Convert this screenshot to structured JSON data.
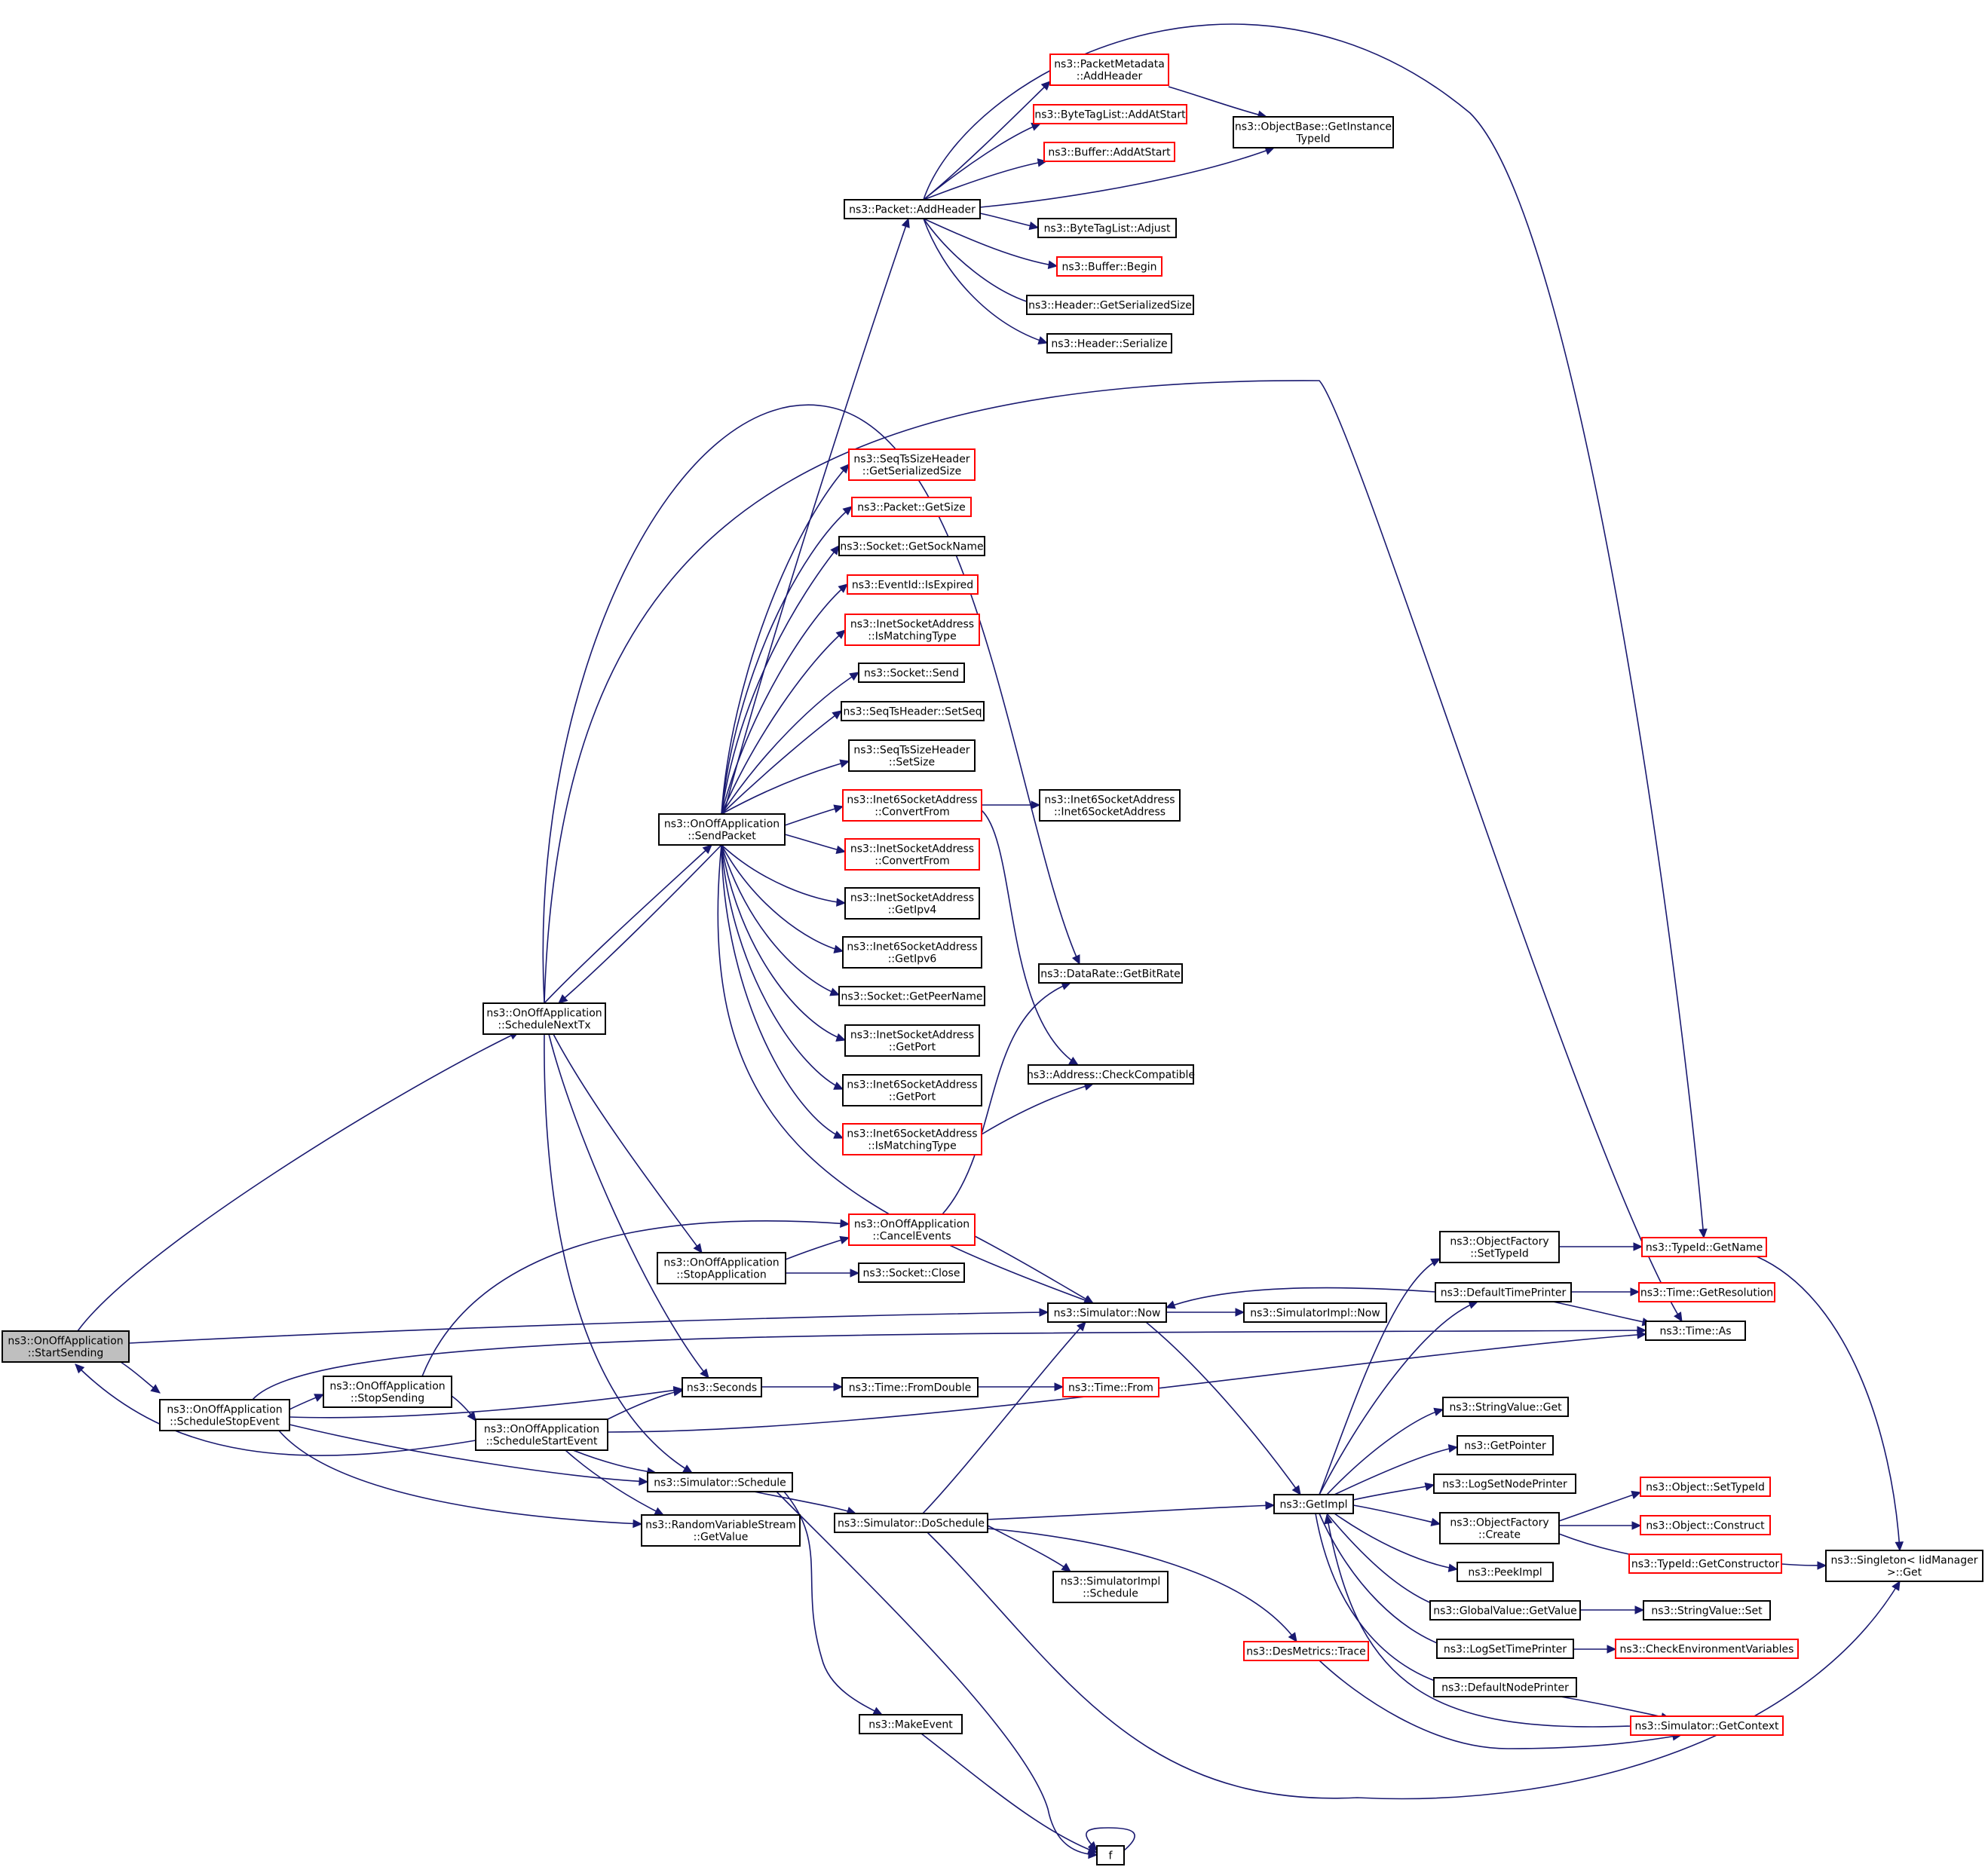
{
  "graph": {
    "title": "ns3::OnOffApplication::StartSending call graph",
    "colors": {
      "edge": "#191970",
      "node_border_complete": "#000000",
      "node_border_truncated": "#ff0000",
      "root_fill": "#bfbfbf",
      "node_fill": "#ffffff"
    },
    "nodes": [
      {
        "id": "StartSending",
        "lines": [
          "ns3::OnOffApplication",
          "::StartSending"
        ],
        "style": "root"
      },
      {
        "id": "ScheduleNextTx",
        "lines": [
          "ns3::OnOffApplication",
          "::ScheduleNextTx"
        ],
        "style": "normal"
      },
      {
        "id": "ScheduleStopEvent",
        "lines": [
          "ns3::OnOffApplication",
          "::ScheduleStopEvent"
        ],
        "style": "normal"
      },
      {
        "id": "StopSending",
        "lines": [
          "ns3::OnOffApplication",
          "::StopSending"
        ],
        "style": "normal"
      },
      {
        "id": "ScheduleStartEvent",
        "lines": [
          "ns3::OnOffApplication",
          "::ScheduleStartEvent"
        ],
        "style": "normal"
      },
      {
        "id": "SendPacket",
        "lines": [
          "ns3::OnOffApplication",
          "::SendPacket"
        ],
        "style": "normal"
      },
      {
        "id": "StopApplication",
        "lines": [
          "ns3::OnOffApplication",
          "::StopApplication"
        ],
        "style": "normal"
      },
      {
        "id": "CancelEvents",
        "lines": [
          "ns3::OnOffApplication",
          "::CancelEvents"
        ],
        "style": "truncated"
      },
      {
        "id": "Seconds",
        "lines": [
          "ns3::Seconds"
        ],
        "style": "normal"
      },
      {
        "id": "SimSchedule",
        "lines": [
          "ns3::Simulator::Schedule"
        ],
        "style": "normal"
      },
      {
        "id": "RVSGetValue",
        "lines": [
          "ns3::RandomVariableStream",
          "::GetValue"
        ],
        "style": "normal"
      },
      {
        "id": "PacketAddHeader",
        "lines": [
          "ns3::Packet::AddHeader"
        ],
        "style": "normal"
      },
      {
        "id": "PMAddHeader",
        "lines": [
          "ns3::PacketMetadata",
          "::AddHeader"
        ],
        "style": "truncated"
      },
      {
        "id": "BTLAddAtStart",
        "lines": [
          "ns3::ByteTagList::AddAtStart"
        ],
        "style": "truncated"
      },
      {
        "id": "BufAddAtStart",
        "lines": [
          "ns3::Buffer::AddAtStart"
        ],
        "style": "truncated"
      },
      {
        "id": "BTLAdjust",
        "lines": [
          "ns3::ByteTagList::Adjust"
        ],
        "style": "normal"
      },
      {
        "id": "BufBegin",
        "lines": [
          "ns3::Buffer::Begin"
        ],
        "style": "truncated"
      },
      {
        "id": "HdrGSS",
        "lines": [
          "ns3::Header::GetSerializedSize"
        ],
        "style": "normal"
      },
      {
        "id": "HdrSerialize",
        "lines": [
          "ns3::Header::Serialize"
        ],
        "style": "normal"
      },
      {
        "id": "OBGetInstanceTypeId",
        "lines": [
          "ns3::ObjectBase::GetInstance",
          "TypeId"
        ],
        "style": "normal"
      },
      {
        "id": "STSHGSS",
        "lines": [
          "ns3::SeqTsSizeHeader",
          "::GetSerializedSize"
        ],
        "style": "truncated"
      },
      {
        "id": "PktGetSize",
        "lines": [
          "ns3::Packet::GetSize"
        ],
        "style": "truncated"
      },
      {
        "id": "SockGetSockName",
        "lines": [
          "ns3::Socket::GetSockName"
        ],
        "style": "normal"
      },
      {
        "id": "EvIsExpired",
        "lines": [
          "ns3::EventId::IsExpired"
        ],
        "style": "truncated"
      },
      {
        "id": "ISAIsMatching",
        "lines": [
          "ns3::InetSocketAddress",
          "::IsMatchingType"
        ],
        "style": "truncated"
      },
      {
        "id": "SockSend",
        "lines": [
          "ns3::Socket::Send"
        ],
        "style": "normal"
      },
      {
        "id": "STHSetSeq",
        "lines": [
          "ns3::SeqTsHeader::SetSeq"
        ],
        "style": "normal"
      },
      {
        "id": "STSHSetSize",
        "lines": [
          "ns3::SeqTsSizeHeader",
          "::SetSize"
        ],
        "style": "normal"
      },
      {
        "id": "I6SAConvertFrom",
        "lines": [
          "ns3::Inet6SocketAddress",
          "::ConvertFrom"
        ],
        "style": "truncated"
      },
      {
        "id": "I6SACtor",
        "lines": [
          "ns3::Inet6SocketAddress",
          "::Inet6SocketAddress"
        ],
        "style": "normal"
      },
      {
        "id": "ISAConvertFrom",
        "lines": [
          "ns3::InetSocketAddress",
          "::ConvertFrom"
        ],
        "style": "truncated"
      },
      {
        "id": "ISAGetIpv4",
        "lines": [
          "ns3::InetSocketAddress",
          "::GetIpv4"
        ],
        "style": "normal"
      },
      {
        "id": "I6SAGetIpv6",
        "lines": [
          "ns3::Inet6SocketAddress",
          "::GetIpv6"
        ],
        "style": "normal"
      },
      {
        "id": "SockGetPeerName",
        "lines": [
          "ns3::Socket::GetPeerName"
        ],
        "style": "normal"
      },
      {
        "id": "ISAGetPort",
        "lines": [
          "ns3::InetSocketAddress",
          "::GetPort"
        ],
        "style": "normal"
      },
      {
        "id": "I6SAGetPort",
        "lines": [
          "ns3::Inet6SocketAddress",
          "::GetPort"
        ],
        "style": "normal"
      },
      {
        "id": "I6SAIsMatching",
        "lines": [
          "ns3::Inet6SocketAddress",
          "::IsMatchingType"
        ],
        "style": "truncated"
      },
      {
        "id": "DRGetBitRate",
        "lines": [
          "ns3::DataRate::GetBitRate"
        ],
        "style": "normal"
      },
      {
        "id": "AddrCheckCompatible",
        "lines": [
          "ns3::Address::CheckCompatible"
        ],
        "style": "normal"
      },
      {
        "id": "SockClose",
        "lines": [
          "ns3::Socket::Close"
        ],
        "style": "normal"
      },
      {
        "id": "SimNow",
        "lines": [
          "ns3::Simulator::Now"
        ],
        "style": "normal"
      },
      {
        "id": "SimImplNow",
        "lines": [
          "ns3::SimulatorImpl::Now"
        ],
        "style": "normal"
      },
      {
        "id": "TimeFromDouble",
        "lines": [
          "ns3::Time::FromDouble"
        ],
        "style": "normal"
      },
      {
        "id": "TimeFrom",
        "lines": [
          "ns3::Time::From"
        ],
        "style": "truncated"
      },
      {
        "id": "SimDoSchedule",
        "lines": [
          "ns3::Simulator::DoSchedule"
        ],
        "style": "normal"
      },
      {
        "id": "SimImplSchedule",
        "lines": [
          "ns3::SimulatorImpl",
          "::Schedule"
        ],
        "style": "normal"
      },
      {
        "id": "MakeEvent",
        "lines": [
          "ns3::MakeEvent"
        ],
        "style": "normal"
      },
      {
        "id": "f",
        "lines": [
          "f"
        ],
        "style": "normal"
      },
      {
        "id": "DesTrace",
        "lines": [
          "ns3::DesMetrics::Trace"
        ],
        "style": "truncated"
      },
      {
        "id": "GetImpl",
        "lines": [
          "ns3::GetImpl"
        ],
        "style": "normal"
      },
      {
        "id": "OFSetTypeId",
        "lines": [
          "ns3::ObjectFactory",
          "::SetTypeId"
        ],
        "style": "normal"
      },
      {
        "id": "TypeIdGetName",
        "lines": [
          "ns3::TypeId::GetName"
        ],
        "style": "truncated"
      },
      {
        "id": "DefaultTimePrinter",
        "lines": [
          "ns3::DefaultTimePrinter"
        ],
        "style": "normal"
      },
      {
        "id": "TimeGetResolution",
        "lines": [
          "ns3::Time::GetResolution"
        ],
        "style": "truncated"
      },
      {
        "id": "TimeAs",
        "lines": [
          "ns3::Time::As"
        ],
        "style": "normal"
      },
      {
        "id": "StringValueGet",
        "lines": [
          "ns3::StringValue::Get"
        ],
        "style": "normal"
      },
      {
        "id": "GetPointer",
        "lines": [
          "ns3::GetPointer"
        ],
        "style": "normal"
      },
      {
        "id": "LogSetNodePrinter",
        "lines": [
          "ns3::LogSetNodePrinter"
        ],
        "style": "normal"
      },
      {
        "id": "OFCreate",
        "lines": [
          "ns3::ObjectFactory",
          "::Create"
        ],
        "style": "normal"
      },
      {
        "id": "ObjSetTypeId",
        "lines": [
          "ns3::Object::SetTypeId"
        ],
        "style": "truncated"
      },
      {
        "id": "ObjConstruct",
        "lines": [
          "ns3::Object::Construct"
        ],
        "style": "truncated"
      },
      {
        "id": "TypeIdGetConstructor",
        "lines": [
          "ns3::TypeId::GetConstructor"
        ],
        "style": "truncated"
      },
      {
        "id": "SingletonGet",
        "lines": [
          "ns3::Singleton< IidManager",
          ">::Get"
        ],
        "style": "normal"
      },
      {
        "id": "PeekImpl",
        "lines": [
          "ns3::PeekImpl"
        ],
        "style": "normal"
      },
      {
        "id": "GVGetValue",
        "lines": [
          "ns3::GlobalValue::GetValue"
        ],
        "style": "normal"
      },
      {
        "id": "StringValueSet",
        "lines": [
          "ns3::StringValue::Set"
        ],
        "style": "normal"
      },
      {
        "id": "LogSetTimePrinter",
        "lines": [
          "ns3::LogSetTimePrinter"
        ],
        "style": "normal"
      },
      {
        "id": "CheckEnvVars",
        "lines": [
          "ns3::CheckEnvironmentVariables"
        ],
        "style": "truncated"
      },
      {
        "id": "DefaultNodePrinter",
        "lines": [
          "ns3::DefaultNodePrinter"
        ],
        "style": "normal"
      },
      {
        "id": "SimGetContext",
        "lines": [
          "ns3::Simulator::GetContext"
        ],
        "style": "truncated"
      }
    ]
  }
}
